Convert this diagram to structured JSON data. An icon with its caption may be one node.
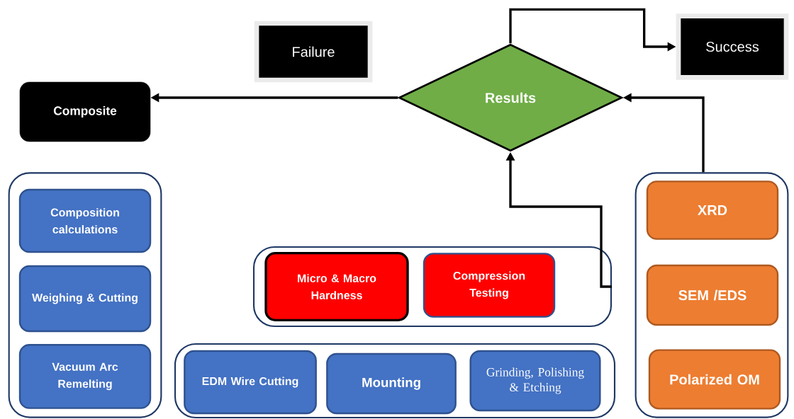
{
  "diagram": {
    "nodes": [
      {
        "text": [
          "Failure"
        ]
      },
      {
        "text": [
          "Success"
        ]
      },
      {
        "text": [
          "Results"
        ]
      },
      {
        "text": [
          "Composite"
        ]
      },
      {
        "text": [],
        "shape": "box"
      },
      {
        "text": [
          "Composition calculations"
        ],
        "in": 4
      },
      {
        "text": [
          "Weighing & Cutting"
        ],
        "in": 4
      },
      {
        "text": [
          "Vacuum Arc Remelting"
        ],
        "in": 4
      },
      {
        "text": [],
        "shape": "box"
      },
      {
        "text": [
          "Micro & Macro Hardness"
        ],
        "in": 8
      },
      {
        "text": [
          "Compression Testing"
        ],
        "in": 8
      },
      {
        "text": [],
        "shape": "box"
      },
      {
        "text": [
          "EDM Wire Cutting"
        ],
        "in": 11
      },
      {
        "text": [
          "Mounting"
        ],
        "in": 11
      },
      {
        "text": [
          "Grinding, Polishing & Etching"
        ],
        "in": 11
      },
      {
        "text": [],
        "shape": "box"
      },
      {
        "text": [
          "XRD"
        ],
        "in": 15
      },
      {
        "text": [
          "SEM /EDS"
        ],
        "in": 15
      },
      {
        "text": [
          "Polarized OM"
        ],
        "in": 15
      }
    ],
    "edges": [
      {
        "from": 2,
        "to": 3,
        "arrow": "to"
      },
      {
        "from": 2,
        "to": 1,
        "arrow": "to"
      },
      {
        "from": 8,
        "to": 2,
        "arrow": "to"
      },
      {
        "from": 15,
        "to": 2,
        "arrow": "to"
      }
    ]
  }
}
